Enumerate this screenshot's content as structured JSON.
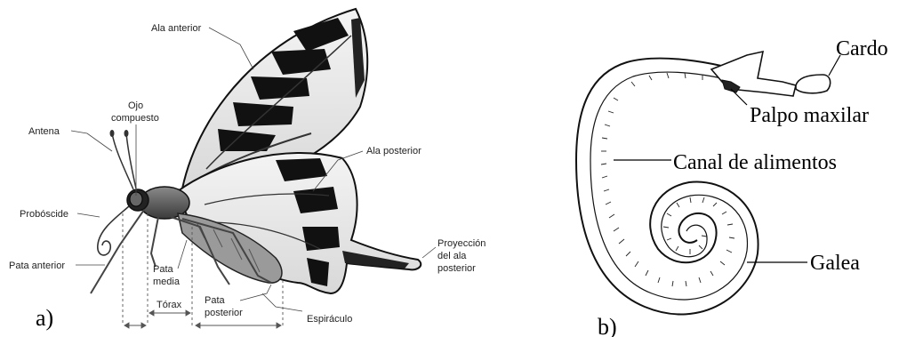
{
  "panel_a": {
    "letter": "a)",
    "labels": {
      "ala_anterior": "Ala anterior",
      "ojo_line1": "Ojo",
      "ojo_line2": "compuesto",
      "antena": "Antena",
      "ala_posterior": "Ala posterior",
      "proboscide": "Probóscide",
      "proyeccion_line1": "Proyección",
      "proyeccion_line2": "del ala",
      "proyeccion_line3": "posterior",
      "pata_anterior": "Pata anterior",
      "pata_media_line1": "Pata",
      "pata_media_line2": "media",
      "pata_post_line1": "Pata",
      "pata_post_line2": "posterior",
      "torax": "Tórax",
      "espiraculo": "Espiráculo"
    }
  },
  "panel_b": {
    "letter": "b)",
    "labels": {
      "cardo": "Cardo",
      "palpo": "Palpo maxilar",
      "canal": "Canal de alimentos",
      "galea": "Galea"
    }
  }
}
